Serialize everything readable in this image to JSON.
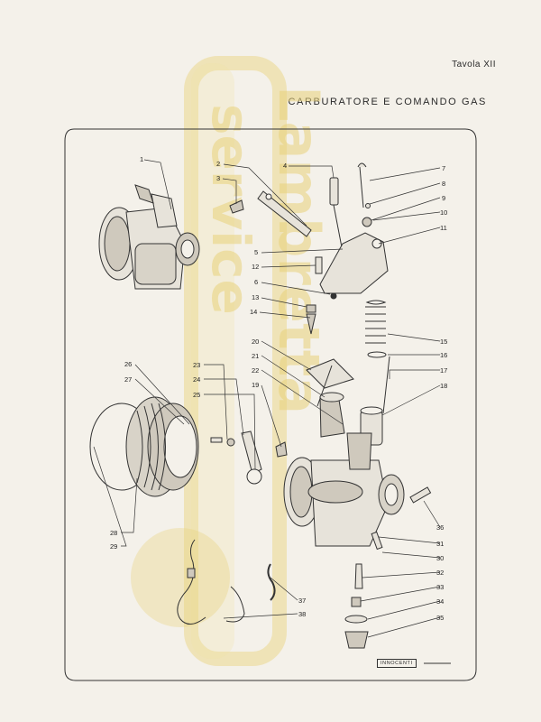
{
  "header": {
    "page_label": "Tavola XII",
    "title": "CARBURATORE E COMANDO GAS"
  },
  "watermark": {
    "line1": "Lambretta",
    "line2": "service",
    "color": "#e9d27a"
  },
  "callouts": [
    "1",
    "2",
    "3",
    "4",
    "5",
    "6",
    "7",
    "8",
    "9",
    "10",
    "11",
    "12",
    "13",
    "14",
    "15",
    "16",
    "17",
    "18",
    "19",
    "20",
    "21",
    "22",
    "23",
    "24",
    "25",
    "26",
    "27",
    "28",
    "29",
    "30",
    "31",
    "32",
    "33",
    "34",
    "35",
    "36",
    "37",
    "38"
  ],
  "footer": {
    "brand": "INNOCENTI"
  },
  "colors": {
    "line": "#333333",
    "paper": "#f4f1ea"
  }
}
